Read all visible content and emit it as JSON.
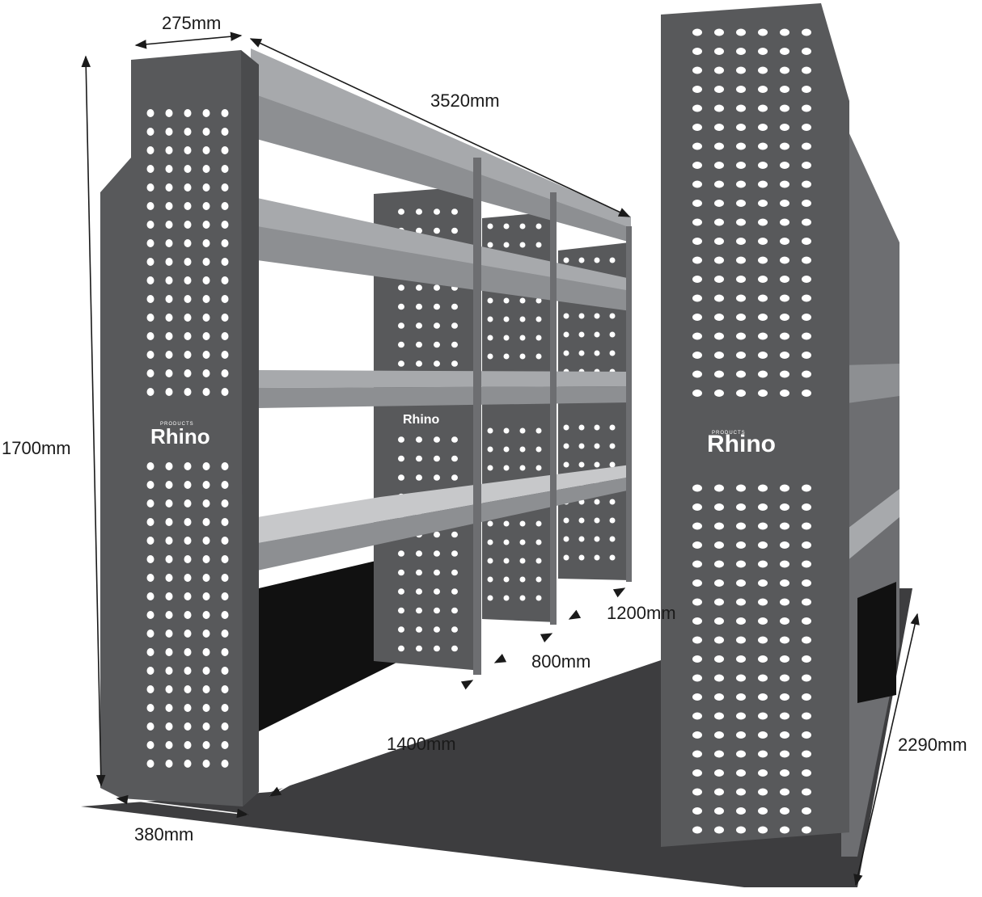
{
  "colors": {
    "panel": "#58595b",
    "panel_dark": "#4a4b4d",
    "shelf": "#8d8f92",
    "shelf_light": "#a7a9ac",
    "shelf_dark": "#6d6e71",
    "floor": "#3d3d3f",
    "hole": "#ffffff",
    "void": "#111111",
    "text": "#1a1a1a"
  },
  "dimensions": {
    "depth_top": "275mm",
    "length": "3520mm",
    "height": "1700mm",
    "depth_base": "380mm",
    "bay_1": "1400mm",
    "bay_2": "800mm",
    "bay_3": "1200mm",
    "floor_width": "2290mm"
  },
  "logo": {
    "brand": "Rhino",
    "sub": "PRODUCTS"
  }
}
